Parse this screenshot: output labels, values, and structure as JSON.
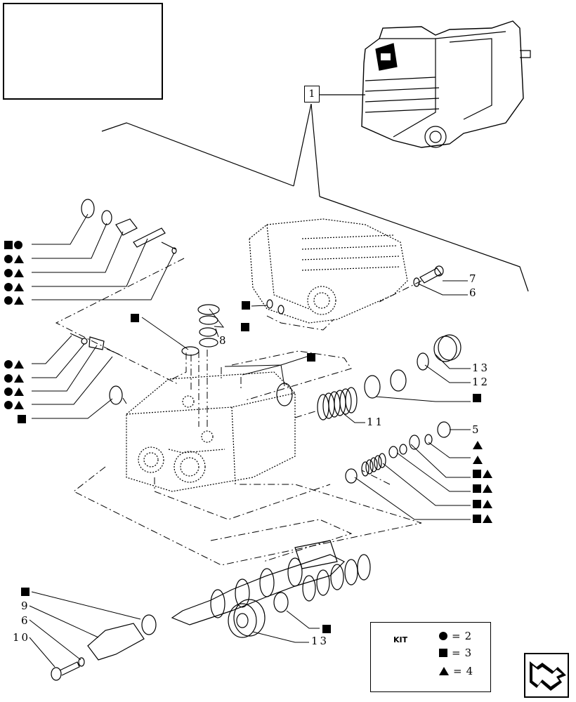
{
  "parent_callout": "1",
  "callouts": [
    "7",
    "6",
    "8",
    "13",
    "12",
    "11",
    "5",
    "9",
    "6",
    "10",
    "13"
  ],
  "kit": {
    "label": "KIT",
    "legend": [
      {
        "symbol": "circle-icon",
        "eq": "=",
        "value": "2"
      },
      {
        "symbol": "square-icon",
        "eq": "=",
        "value": "3"
      },
      {
        "symbol": "triangle-icon",
        "eq": "=",
        "value": "4"
      }
    ]
  },
  "markers": [
    [
      "square",
      "circle"
    ],
    [
      "circle",
      "triangle"
    ],
    [
      "circle",
      "triangle"
    ],
    [
      "circle",
      "triangle"
    ],
    [
      "circle",
      "triangle"
    ],
    [
      "circle",
      "triangle"
    ],
    [
      "circle",
      "triangle"
    ],
    [
      "circle",
      "triangle"
    ],
    [
      "circle",
      "triangle"
    ],
    [
      "square"
    ],
    [
      "square"
    ],
    [
      "square"
    ],
    [
      "square"
    ],
    [
      "square"
    ],
    [
      "square"
    ],
    [
      "triangle"
    ],
    [
      "triangle"
    ],
    [
      "square",
      "triangle"
    ],
    [
      "square",
      "triangle"
    ],
    [
      "square",
      "triangle"
    ],
    [
      "square",
      "triangle"
    ],
    [
      "square"
    ],
    [
      "square"
    ]
  ]
}
